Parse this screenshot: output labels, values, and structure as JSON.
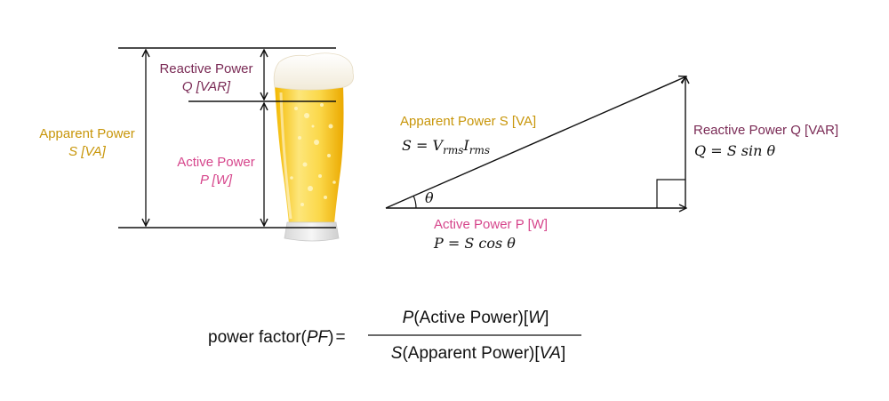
{
  "colors": {
    "apparent": "#c8960a",
    "reactive": "#7a2a55",
    "active": "#d6468c",
    "line": "#111111",
    "beer_light": "#fde67a",
    "beer_dark": "#f0b400",
    "foam": "#fbf7ee"
  },
  "beer": {
    "reactive_label": "Reactive Power",
    "reactive_unit": "Q [VAR]",
    "apparent_label": "Apparent Power",
    "apparent_unit": "S [VA]",
    "active_label": "Active Power",
    "active_unit": "P [W]"
  },
  "triangle": {
    "hyp_label": "Apparent Power S [VA]",
    "hyp_eq_lhs": "S",
    "hyp_eq_rhs_a": "V",
    "hyp_eq_sub_a": "rms",
    "hyp_eq_rhs_b": "I",
    "hyp_eq_sub_b": "rms",
    "vert_label": "Reactive Power Q [VAR]",
    "vert_eq": "Q = S sin θ",
    "base_label": "Active Power P [W]",
    "base_eq": "P = S cos θ",
    "angle": "θ"
  },
  "formula": {
    "lhs_a": "power factor(",
    "lhs_b": "PF",
    "lhs_c": ")",
    "equals": "=",
    "num_a": "P",
    "num_b": "(Active Power)[",
    "num_c": "W",
    "num_d": "]",
    "den_a": "S",
    "den_b": "(Apparent Power)[",
    "den_c": "VA",
    "den_d": "]"
  }
}
